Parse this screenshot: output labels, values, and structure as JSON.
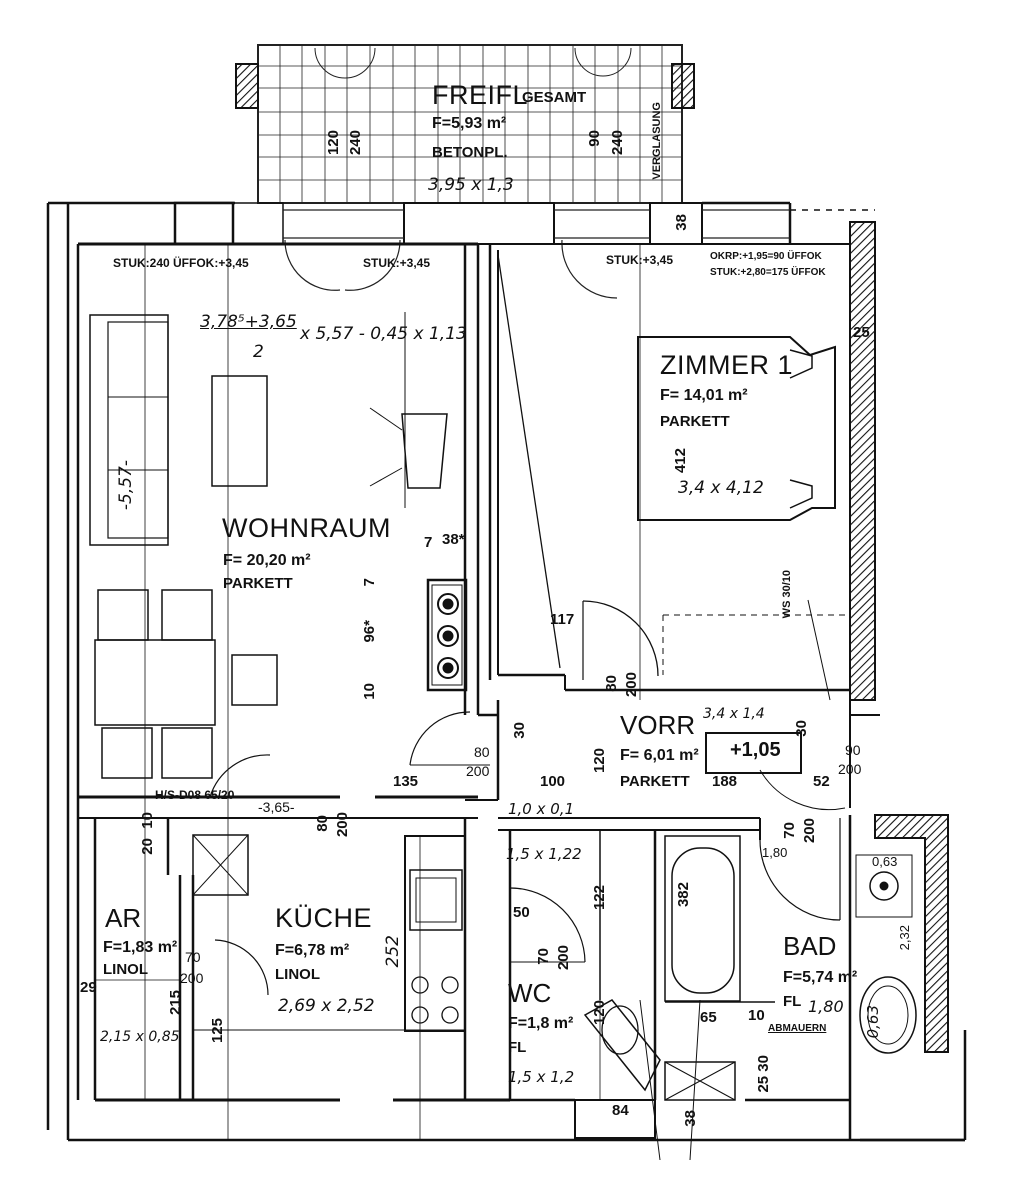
{
  "balcony": {
    "name": "FREIFL",
    "name_suffix": "GESAMT",
    "area": "F=5,93 m²",
    "floor": "BETONPL.",
    "size": "3,95 x 1,3",
    "dim_a": "120",
    "dim_b": "240",
    "dim_c": "90",
    "dim_d": "240",
    "glazing": "VERGLASUNG"
  },
  "ceiling_notes": {
    "living_left": "STUK:240  ÜFFOK:+3,45",
    "living_right": "STUK:+3,45",
    "room1": "STUK:+3,45",
    "window_right_1": "OKRP:+1,95=90  ÜFFOK",
    "window_right_2": "STUK:+2,80=175  ÜFFOK",
    "pier": "38"
  },
  "living": {
    "name": "WOHNRAUM",
    "area": "F= 20,20 m²",
    "floor": "PARKETT",
    "calc_top": "3,78⁵+3,65",
    "calc_div": "2",
    "calc_rest": "x 5,57 - 0,45 x 1,13",
    "length": "-5,57-",
    "dim_7": "7",
    "dim_38": "38*",
    "dim_7b": "7",
    "dim_96": "96*",
    "dim_10": "10"
  },
  "room1": {
    "name": "ZIMMER 1",
    "area": "F= 14,01 m²",
    "floor": "PARKETT",
    "size": "3,4 x 4,12",
    "dim": "412",
    "dim_117": "117",
    "dim_80": "80",
    "dim_200": "200",
    "ws": "WS 30/10",
    "dim_25": "25"
  },
  "hall": {
    "name": "VORR",
    "area": "F= 6,01 m²",
    "floor": "PARKETT",
    "size": "3,4 x 1,4",
    "level": "+1,05",
    "dim_188": "188",
    "dim_52": "52",
    "dim_90": "90",
    "dim_200": "200",
    "dim_30": "30",
    "dim_120": "120",
    "dim_100": "100",
    "dim_135": "135",
    "dim_80": "80",
    "dim_200b": "200",
    "dim_30b": "30"
  },
  "kitchen": {
    "name": "KÜCHE",
    "area": "F=6,78 m²",
    "floor": "LINOL",
    "size": "2,69 x 2,52",
    "depth": "252",
    "width": "-3,65-",
    "dim_80": "80",
    "dim_200": "200",
    "vent": "H/S-D08  65/20",
    "dim_125": "125"
  },
  "storage": {
    "name": "AR",
    "area": "F=1,83 m²",
    "floor": "LINOL",
    "size": "2,15 x 0,85",
    "dim_70": "70",
    "dim_200": "200",
    "dim_215": "215",
    "dim_10": "10",
    "dim_20": "20",
    "dim_29": "29"
  },
  "wc": {
    "name": "WC",
    "area": "F=1,8 m²",
    "floor": "FL",
    "size": "1,5 x 1,2",
    "size_top": "1,5 x 1,22",
    "dim_50": "50",
    "dim_70": "70",
    "dim_200": "200",
    "dim_120": "120",
    "dim_122": "122",
    "dim_84": "84",
    "hall_size": "1,0 x 0,1"
  },
  "bath": {
    "name": "BAD",
    "area": "F=5,74 m²",
    "floor": "FL",
    "level": "1,80",
    "dim_70": "70",
    "dim_200": "200",
    "dim_180": "1,80",
    "dim_382": "382",
    "dim_65": "65",
    "dim_10": "10",
    "note": "ABMAUERN",
    "dim_063a": "0,63",
    "dim_063b": "0,63",
    "dim_232": "2,32",
    "dim_2530": "25 30",
    "dim_38": "38"
  }
}
